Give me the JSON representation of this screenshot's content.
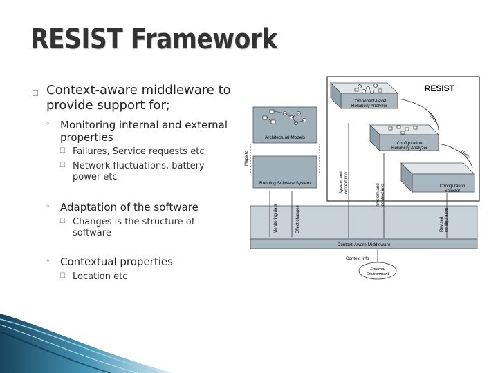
{
  "slide": {
    "title": "RESIST Framework",
    "bullets": {
      "level1": "Context-aware middleware to provide support for;",
      "monitoring": "Monitoring internal and external properties",
      "failures": "Failures, Service requests etc",
      "network": "Network fluctuations, battery power etc",
      "adaptation": "Adaptation of the software",
      "changes": "Changes is the structure of software",
      "contextual": "Contextual properties",
      "location": "Location etc"
    }
  },
  "diagram": {
    "resist_label": "RESIST",
    "component_reliability_analyzer": [
      "Component-Level",
      "Reliability Analyzer"
    ],
    "configuration_reliability_analyzer": [
      "Configuration",
      "Reliability Analyzer"
    ],
    "configuration_selector": [
      "Configuration",
      "Selector"
    ],
    "architectural_models": "Architectural Models",
    "running_software_system": "Running Software System",
    "maps_to": "Maps to",
    "uses_1": "Uses",
    "uses_2": "Uses",
    "system_context_info_1": [
      "System and",
      "context info"
    ],
    "system_context_info_2": [
      "System and",
      "context info"
    ],
    "monitoring_data": "Monitoring data",
    "effect_changes": "Effect changes",
    "revised_configuration": [
      "Revised",
      "configuration"
    ],
    "context_aware_middleware": "Context-Aware Middleware",
    "context_info": "Context Info",
    "external_environment": [
      "External",
      "Environment"
    ]
  }
}
